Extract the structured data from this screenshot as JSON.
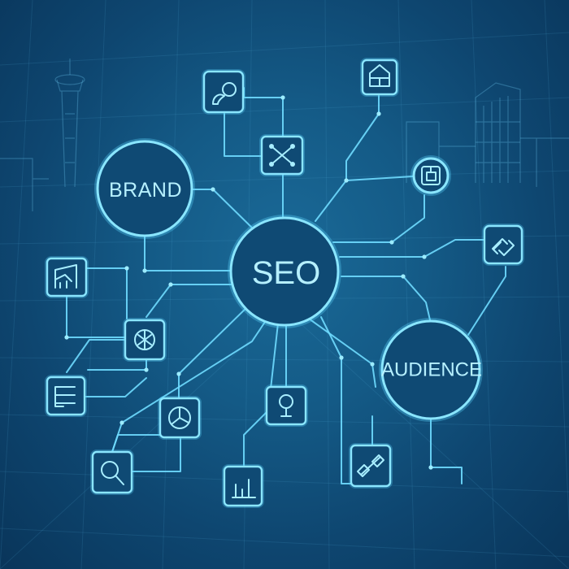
{
  "hub": {
    "label": "SEO"
  },
  "nodes": {
    "brand": {
      "label": "BRAND"
    },
    "audience": {
      "label": "AUDIENCE"
    }
  },
  "icons": [
    "user-chat-icon",
    "network-icon",
    "store-icon",
    "globe-target-icon",
    "link-icon",
    "chart-icon",
    "analytics-icon",
    "list-icon",
    "segment-icon",
    "search-icon",
    "bar-chart-icon",
    "bulb-icon",
    "link-chain-icon"
  ],
  "colors": {
    "background": "#145a86",
    "line": "#6fdcff",
    "text": "#b6f0ff"
  }
}
